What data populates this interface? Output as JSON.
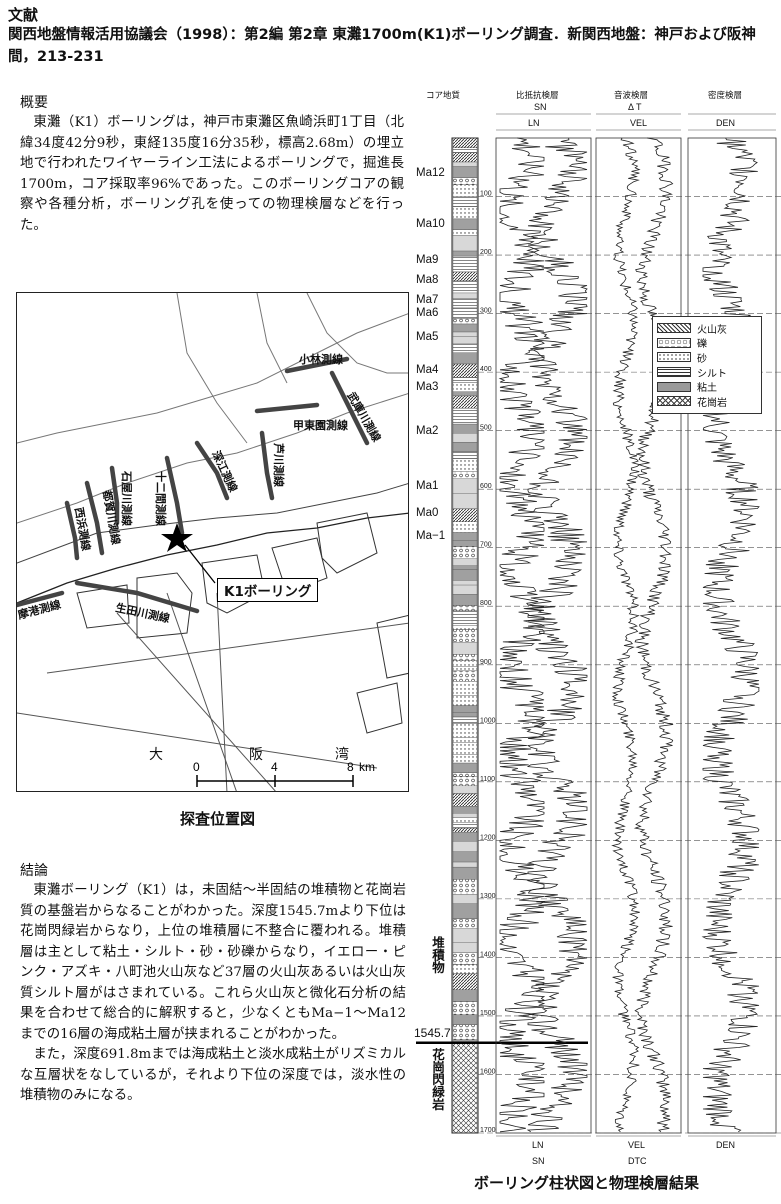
{
  "reference": {
    "heading": "文献",
    "citation": "関西地盤情報活用協議会（1998）：第2編 第2章 東灘1700m(K1)ボーリング調査．新関西地盤：神戸および阪神間，213-231"
  },
  "overview": {
    "heading": "概要",
    "text": "東灘（K1）ボーリングは，神戸市東灘区魚崎浜町1丁目（北緯34度42分9秒，東経135度16分35秒，標高2.68m）の埋立地で行われたワイヤーライン工法によるボーリングで，掘進長1700m，コア採取率96%であった。このボーリングコアの観察や各種分析，ボーリング孔を使っての物理検層などを行った。"
  },
  "conclusion": {
    "heading": "結論",
    "paragraph1": "東灘ボーリング（K1）は，未固結～半固結の堆積物と花崗岩質の基盤岩からなることがわかった。深度1545.7mより下位は花崗閃緑岩からなり，上位の堆積層に不整合に覆われる。堆積層は主として粘土・シルト・砂・砂礫からなり，イエロー・ピンク・アズキ・八町池火山灰など37層の火山灰あるいは火山灰質シルト層がはさまれている。これら火山灰と微化石分析の結果を合わせて総合的に解釈すると，少なくともMa−1～Ma12までの16層の海成粘土層が挟まれることがわかった。",
    "paragraph2": "また，深度691.8mまでは海成粘土と淡水成粘土がリズミカルな互層状をなしているが，それより下位の深度では，淡水性の堆積物のみになる。"
  },
  "map": {
    "caption": "探査位置図",
    "k1_label": "K1ボーリング",
    "sea_label": [
      "大",
      "阪",
      "湾"
    ],
    "scale": {
      "ticks": [
        "0",
        "4",
        "8"
      ],
      "unit": "km"
    },
    "survey_lines": [
      "小林測線",
      "武庫川測線",
      "甲東園測線",
      "芦川測線",
      "深江測線",
      "十二間測線",
      "石屋川測線",
      "都賀川測線",
      "西浜測線",
      "生田川測線",
      "摩港測線"
    ]
  },
  "log": {
    "caption": "ボーリング柱状図と物理検層結果",
    "column_headers": [
      "コア地質",
      "比抵抗検層",
      "音波検層",
      "密度検層"
    ],
    "curve_labels_top": [
      "SN",
      "LN",
      "Δ T",
      "VEL",
      "DEN"
    ],
    "curve_labels_bottom": [
      "LN",
      "SN",
      "VEL",
      "DTC",
      "DEN"
    ],
    "depth_ticks": [
      "100",
      "200",
      "300",
      "400",
      "500",
      "600",
      "700",
      "800",
      "900",
      "1000",
      "1100",
      "1200",
      "1300",
      "1400",
      "1500",
      "1600",
      "1700"
    ],
    "marine_clays": [
      {
        "name": "Ma12",
        "depth": 62
      },
      {
        "name": "Ma10",
        "depth": 148
      },
      {
        "name": "Ma9",
        "depth": 211
      },
      {
        "name": "Ma8",
        "depth": 245
      },
      {
        "name": "Ma7",
        "depth": 279
      },
      {
        "name": "Ma6",
        "depth": 300
      },
      {
        "name": "Ma5",
        "depth": 341
      },
      {
        "name": "Ma4",
        "depth": 398
      },
      {
        "name": "Ma3",
        "depth": 427
      },
      {
        "name": "Ma2",
        "depth": 503
      },
      {
        "name": "Ma1",
        "depth": 596
      },
      {
        "name": "Ma0",
        "depth": 643
      },
      {
        "name": "Ma−1",
        "depth": 681
      }
    ],
    "unconformity_depth": "1545.7",
    "sediment_label": "堆積物",
    "granite_label": "花崗閃緑岩",
    "legend": [
      {
        "label": "火山灰",
        "pattern": "dense-hatch"
      },
      {
        "label": "礫",
        "pattern": "gravel"
      },
      {
        "label": "砂",
        "pattern": "dots"
      },
      {
        "label": "シルト",
        "pattern": "lines"
      },
      {
        "label": "粘土",
        "pattern": "solid-gray"
      },
      {
        "label": "花崗岩",
        "pattern": "cross"
      }
    ]
  }
}
